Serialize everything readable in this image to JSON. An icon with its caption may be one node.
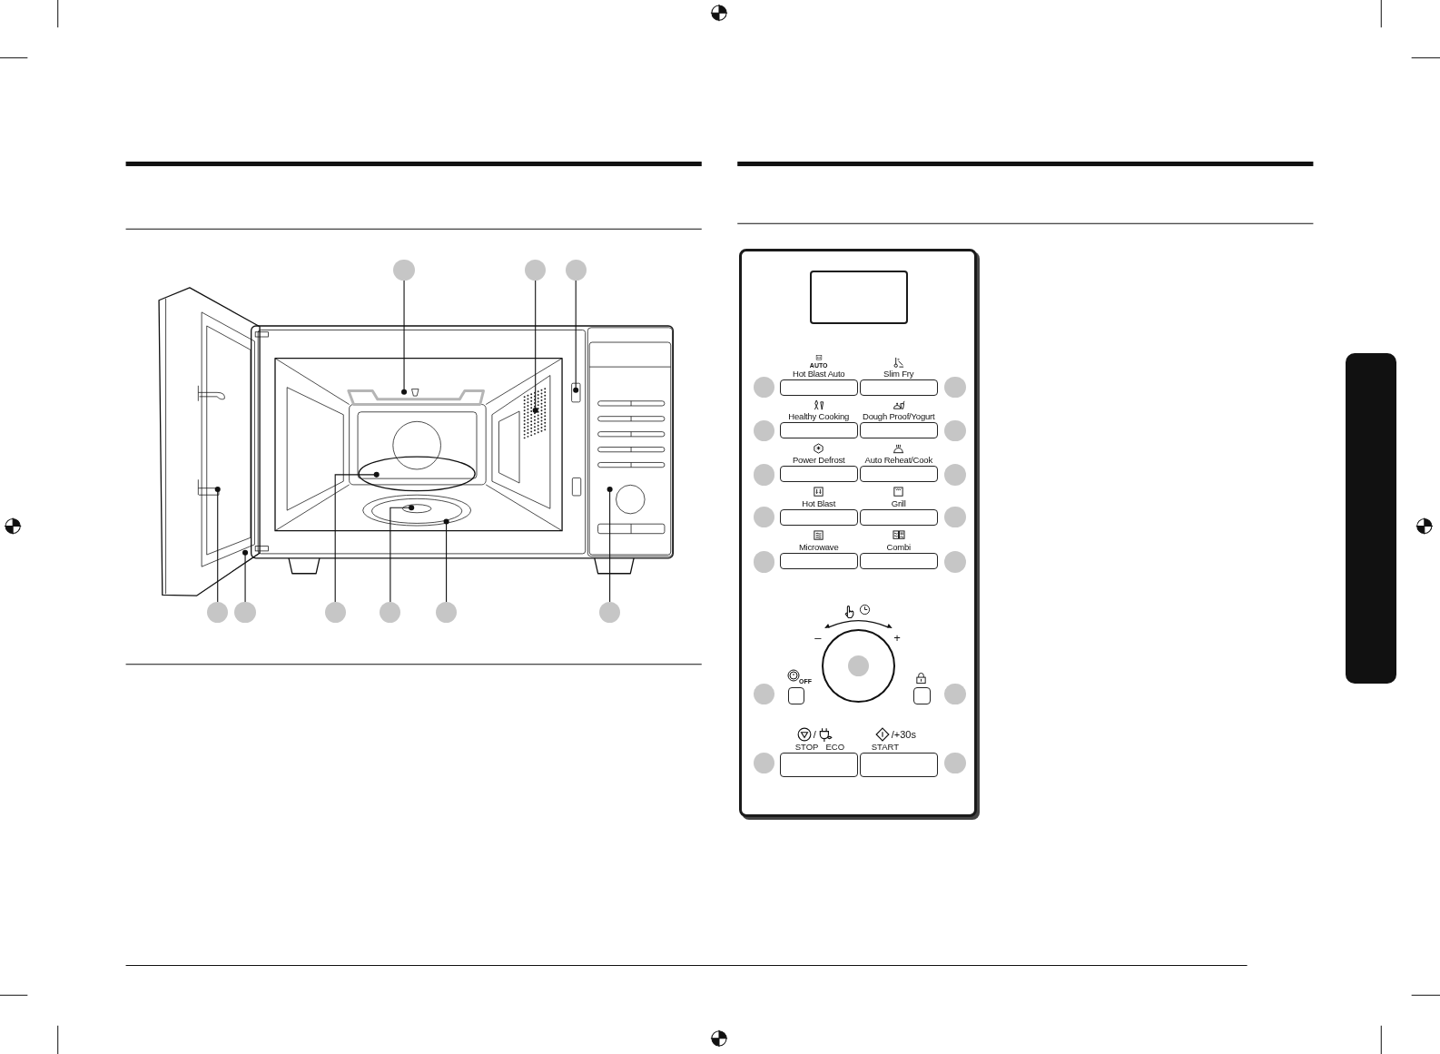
{
  "diagram": {
    "nodes": [
      {
        "text": [],
        "shape": "circle"
      },
      {
        "text": [],
        "shape": "circle"
      },
      {
        "text": [],
        "shape": "circle"
      },
      {
        "text": [],
        "shape": "circle"
      },
      {
        "text": [],
        "shape": "circle"
      },
      {
        "text": [],
        "shape": "circle"
      },
      {
        "text": [],
        "shape": "circle"
      },
      {
        "text": [],
        "shape": "circle"
      },
      {
        "text": [],
        "shape": "circle"
      },
      {
        "text": [],
        "shape": "box"
      },
      {
        "text": [],
        "shape": "box",
        "in": 9
      },
      {
        "text": [
          "Hot Blast Auto"
        ],
        "in": 9
      },
      {
        "text": [
          "Slim Fry"
        ],
        "in": 9
      },
      {
        "text": [
          "Healthy Cooking"
        ],
        "in": 9
      },
      {
        "text": [
          "Dough Proof/Yogurt"
        ],
        "in": 9
      },
      {
        "text": [
          "Power Defrost"
        ],
        "in": 9
      },
      {
        "text": [
          "Auto Reheat/Cook"
        ],
        "in": 9
      },
      {
        "text": [
          "Hot Blast"
        ],
        "in": 9
      },
      {
        "text": [
          "Grill"
        ],
        "in": 9
      },
      {
        "text": [
          "Microwave"
        ],
        "in": 9
      },
      {
        "text": [
          "Combi"
        ],
        "in": 9
      },
      {
        "text": [],
        "shape": "circle",
        "in": 9,
        "beside": [
          "–",
          "+"
        ]
      },
      {
        "text": [],
        "shape": "circle",
        "in": 21
      },
      {
        "text": [],
        "shape": "box",
        "in": 9
      },
      {
        "text": [],
        "shape": "box",
        "in": 9
      },
      {
        "text": [
          "/",
          "STOP",
          "ECO"
        ],
        "in": 9
      },
      {
        "text": [
          "/+30s",
          "START"
        ],
        "in": 9
      },
      {
        "text": [],
        "shape": "circle",
        "in": 9
      },
      {
        "text": [],
        "shape": "circle",
        "in": 9
      },
      {
        "text": [],
        "shape": "circle",
        "in": 9
      },
      {
        "text": [],
        "shape": "circle",
        "in": 9
      },
      {
        "text": [],
        "shape": "circle",
        "in": 9
      },
      {
        "text": [],
        "shape": "circle",
        "in": 9
      },
      {
        "text": [],
        "shape": "circle",
        "in": 9
      },
      {
        "text": [],
        "shape": "circle",
        "in": 9
      },
      {
        "text": [],
        "shape": "circle",
        "in": 9
      },
      {
        "text": [],
        "shape": "circle",
        "in": 9
      },
      {
        "text": [],
        "shape": "circle",
        "in": 9
      },
      {
        "text": [],
        "shape": "circle",
        "in": 9
      },
      {
        "text": [],
        "shape": "circle",
        "in": 9
      },
      {
        "text": [],
        "shape": "circle",
        "in": 9
      }
    ],
    "edges": [
      {
        "from": 0,
        "to": null,
        "arrow": "other"
      },
      {
        "from": 1,
        "to": null,
        "arrow": "other"
      },
      {
        "from": 2,
        "to": null,
        "arrow": "other"
      },
      {
        "from": 3,
        "to": null,
        "arrow": "other"
      },
      {
        "from": 4,
        "to": null,
        "arrow": "other"
      },
      {
        "from": 5,
        "to": null,
        "arrow": "other"
      },
      {
        "from": 6,
        "to": null,
        "arrow": "other"
      },
      {
        "from": 7,
        "to": null,
        "arrow": "other"
      },
      {
        "from": 8,
        "to": null,
        "arrow": "other"
      }
    ],
    "labels": [
      "AUTO",
      "OFF"
    ]
  }
}
